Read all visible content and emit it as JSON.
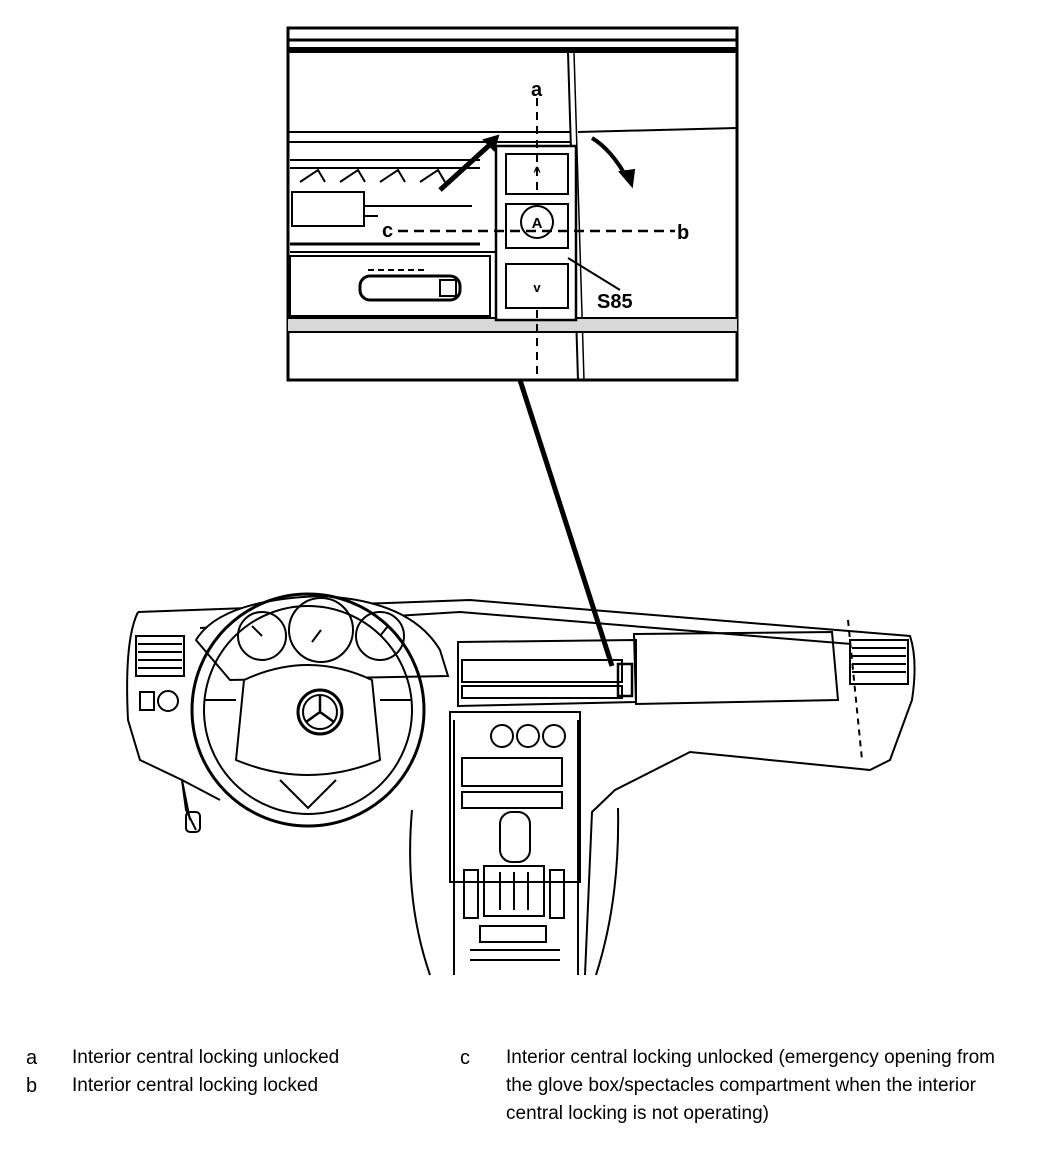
{
  "diagram": {
    "callouts": {
      "a": "a",
      "b": "b",
      "c": "c",
      "switch": "S85"
    }
  },
  "legend": {
    "items": [
      {
        "key": "a",
        "text": "Interior central locking unlocked"
      },
      {
        "key": "b",
        "text": "Interior central locking locked"
      },
      {
        "key": "c",
        "text": "Interior central locking unlocked (emergency opening from the glove box/spectacles compartment when the interior central locking is not operating)"
      }
    ]
  },
  "colors": {
    "ink": "#000000",
    "paper": "#ffffff",
    "shade": "#d8d8d8"
  }
}
